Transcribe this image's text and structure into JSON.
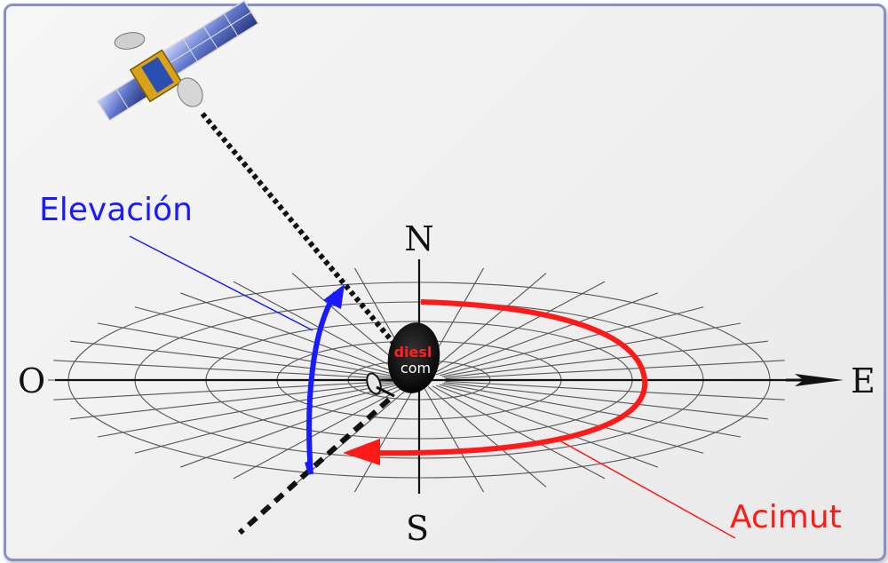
{
  "labels": {
    "elevation": "Elevación",
    "azimuth": "Acimut",
    "north": "N",
    "south": "S",
    "east": "E",
    "west": "O"
  },
  "logo": {
    "line1": "diesl",
    "line2": "com"
  },
  "colors": {
    "elevation": "#1a1aff",
    "azimuth": "#ff1a1a",
    "grid": "#555555",
    "frame": "#8a8fc4"
  },
  "icons": [
    "satellite-icon",
    "dish-antenna-icon",
    "arrow-east-icon"
  ]
}
